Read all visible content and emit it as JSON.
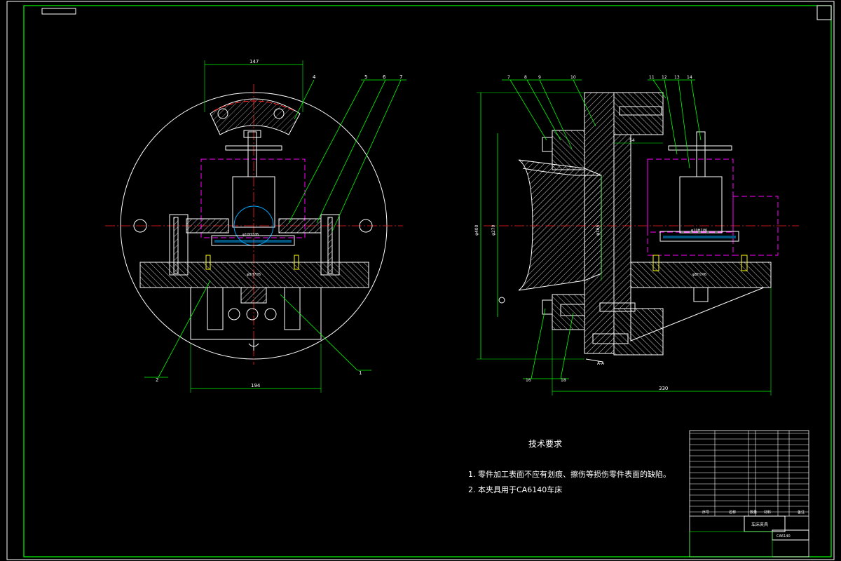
{
  "dimensions": {
    "top_width": "147",
    "bottom_width": "194",
    "right_width": "330",
    "right_54": "54",
    "vert_400": "φ400",
    "vert_270": "φ270",
    "vert_165": "φ165",
    "dia_left_center": "φ10H7/f6",
    "dia_left_base": "φ8H7/f6",
    "dia_right_center": "φ10H7/f6",
    "dia_right_base": "φ8H7/f6",
    "right_section_A": "A-A"
  },
  "callouts_left": [
    "1",
    "2",
    "4",
    "5",
    "6",
    "7"
  ],
  "callouts_right_top": [
    "7",
    "8",
    "9",
    "10",
    "11",
    "12",
    "13",
    "14"
  ],
  "callouts_right_bottom": [
    "16",
    "18"
  ],
  "tech": {
    "title": "技术要求",
    "line1": "1. 零件加工表面不应有划痕、擦伤等损伤零件表面的缺陷。",
    "line2": "2. 本夹具用于CA6140车床"
  },
  "title_block": {
    "header_seq": "序号",
    "header_name": "名称",
    "header_qty": "数量",
    "header_material": "材料",
    "header_note": "备注",
    "drawing_name": "车床夹具",
    "school": "CA6140"
  },
  "colors": {
    "border": "#00ff00",
    "part_outline": "#ffffff",
    "centerline": "#ff2020",
    "hidden": "#ff00ff",
    "callout": "#00ff00",
    "dimension": "#00ff00",
    "hatch": "#ffffff",
    "blue": "#00aaff",
    "yellow": "#ffff00"
  }
}
